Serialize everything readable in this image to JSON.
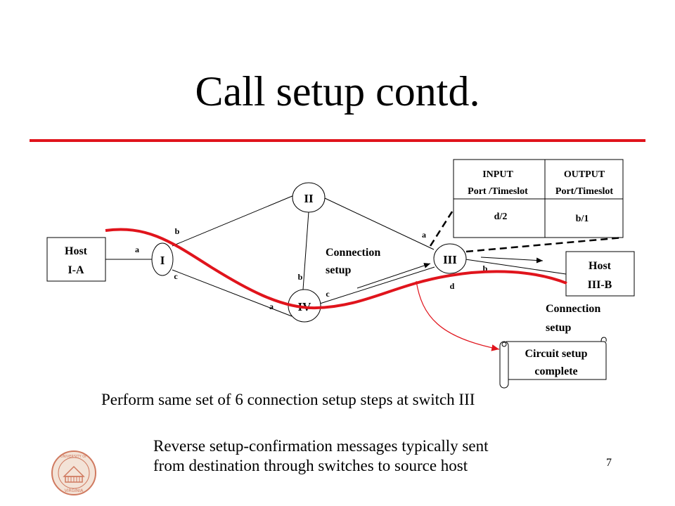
{
  "slide": {
    "title": "Call setup contd.",
    "page_number": "7",
    "accent_color": "#e0141c"
  },
  "diagram": {
    "hosts": [
      {
        "id": "host-ia",
        "line1": "Host",
        "line2": "I-A"
      },
      {
        "id": "host-iiib",
        "line1": "Host",
        "line2": "III-B"
      }
    ],
    "switches": {
      "s1": "I",
      "s2": "II",
      "s3": "III",
      "s4": "IV"
    },
    "port_labels": {
      "host_to_I": "a",
      "I_to_II": "b",
      "I_to_IV": "c",
      "IV_from_I": "a",
      "IV_to_II": "b",
      "IV_to_III": "c",
      "III_from_II": "a",
      "III_to_host": "b",
      "III_from_IV": "d"
    },
    "table": {
      "col1_header_line1": "INPUT",
      "col1_header_line2": "Port /Timeslot",
      "col2_header_line1": "OUTPUT",
      "col2_header_line2": "Port/Timeslot",
      "col1_value": "d/2",
      "col2_value": "b/1"
    },
    "connection_setup_1_line1": "Connection",
    "connection_setup_1_line2": "setup",
    "connection_setup_2_line1": "Connection",
    "connection_setup_2_line2": "setup",
    "scroll_line1": "Circuit setup",
    "scroll_line2": "complete"
  },
  "text": {
    "perform": "Perform same set of 6 connection setup steps at switch III",
    "reverse_line1": "Reverse setup-confirmation messages typically sent",
    "reverse_line2": "from destination through switches to source host"
  },
  "logo": {
    "top_text": "UNIVERSITY OF",
    "bottom_text": "VIRGINIA"
  }
}
